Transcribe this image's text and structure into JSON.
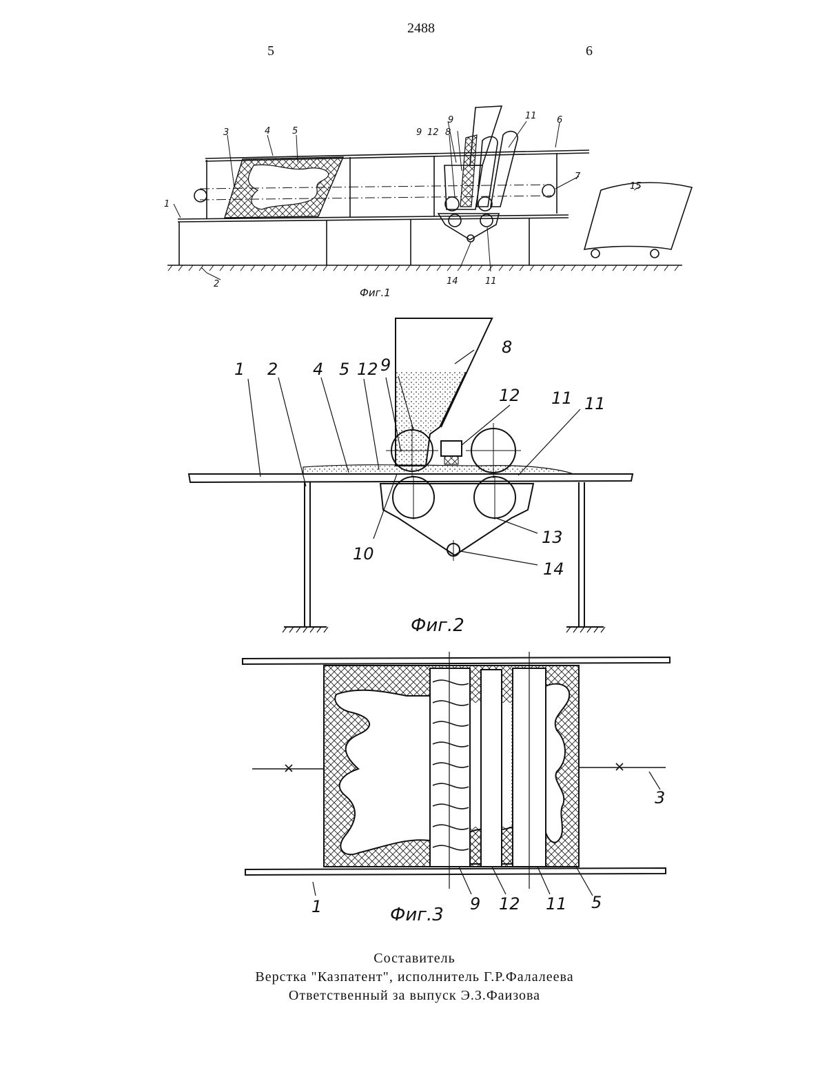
{
  "header": {
    "page_number": "2488",
    "col_left": "5",
    "col_right": "6"
  },
  "fig1": {
    "caption": "Фиг.1",
    "labels": [
      "1",
      "2",
      "3",
      "4",
      "5",
      "6",
      "7",
      "8",
      "9",
      "9",
      "11",
      "11",
      "12",
      "14",
      "15"
    ]
  },
  "fig2": {
    "caption": "Фиг.2",
    "labels": [
      "1",
      "2",
      "4",
      "5",
      "12",
      "9",
      "8",
      "12",
      "11",
      "11",
      "13",
      "10",
      "14"
    ]
  },
  "fig3": {
    "caption": "Фиг.3",
    "labels": [
      "3",
      "1",
      "9",
      "12",
      "11",
      "5"
    ]
  },
  "footer": {
    "line1": "Составитель",
    "line2": "Верстка \"Казпатент\", исполнитель Г.Р.Фалалеева",
    "line3": "Ответственный за выпуск   Э.З.Фаизова"
  }
}
